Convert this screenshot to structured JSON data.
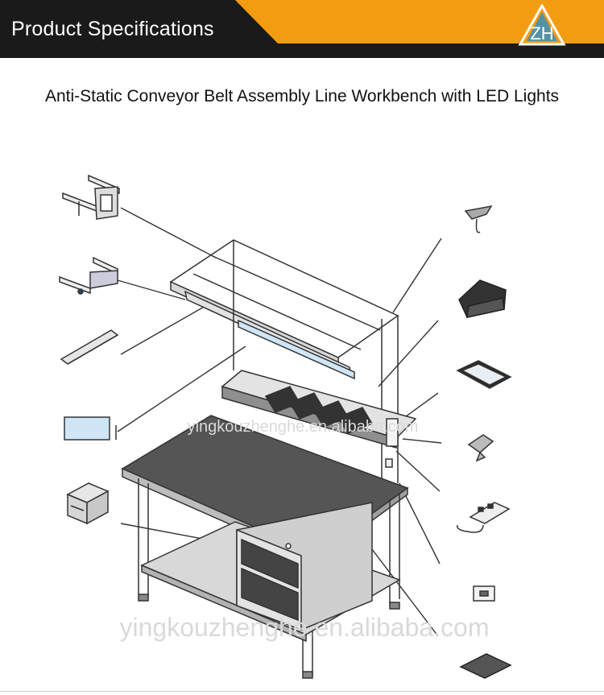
{
  "header": {
    "title": "Product Specifications",
    "logo_text": "ZH",
    "accent_color": "#f39c12",
    "bar_color": "#1a1a1a"
  },
  "product": {
    "title": "Anti-Static Conveyor Belt Assembly Line Workbench with LED Lights"
  },
  "watermarks": {
    "middle": "yingkouzhenghe.en.alibaba.com",
    "bottom": "yingkouzhenghe.en.alibaba.com"
  },
  "accessories_left": [
    "bracket-frame",
    "lamp-bracket",
    "lamp-tube",
    "led-panel",
    "drawer-cabinet"
  ],
  "accessories_right": [
    "hook",
    "parts-bin",
    "tray-panel",
    "clamp",
    "power-strip",
    "socket-box",
    "mat"
  ]
}
